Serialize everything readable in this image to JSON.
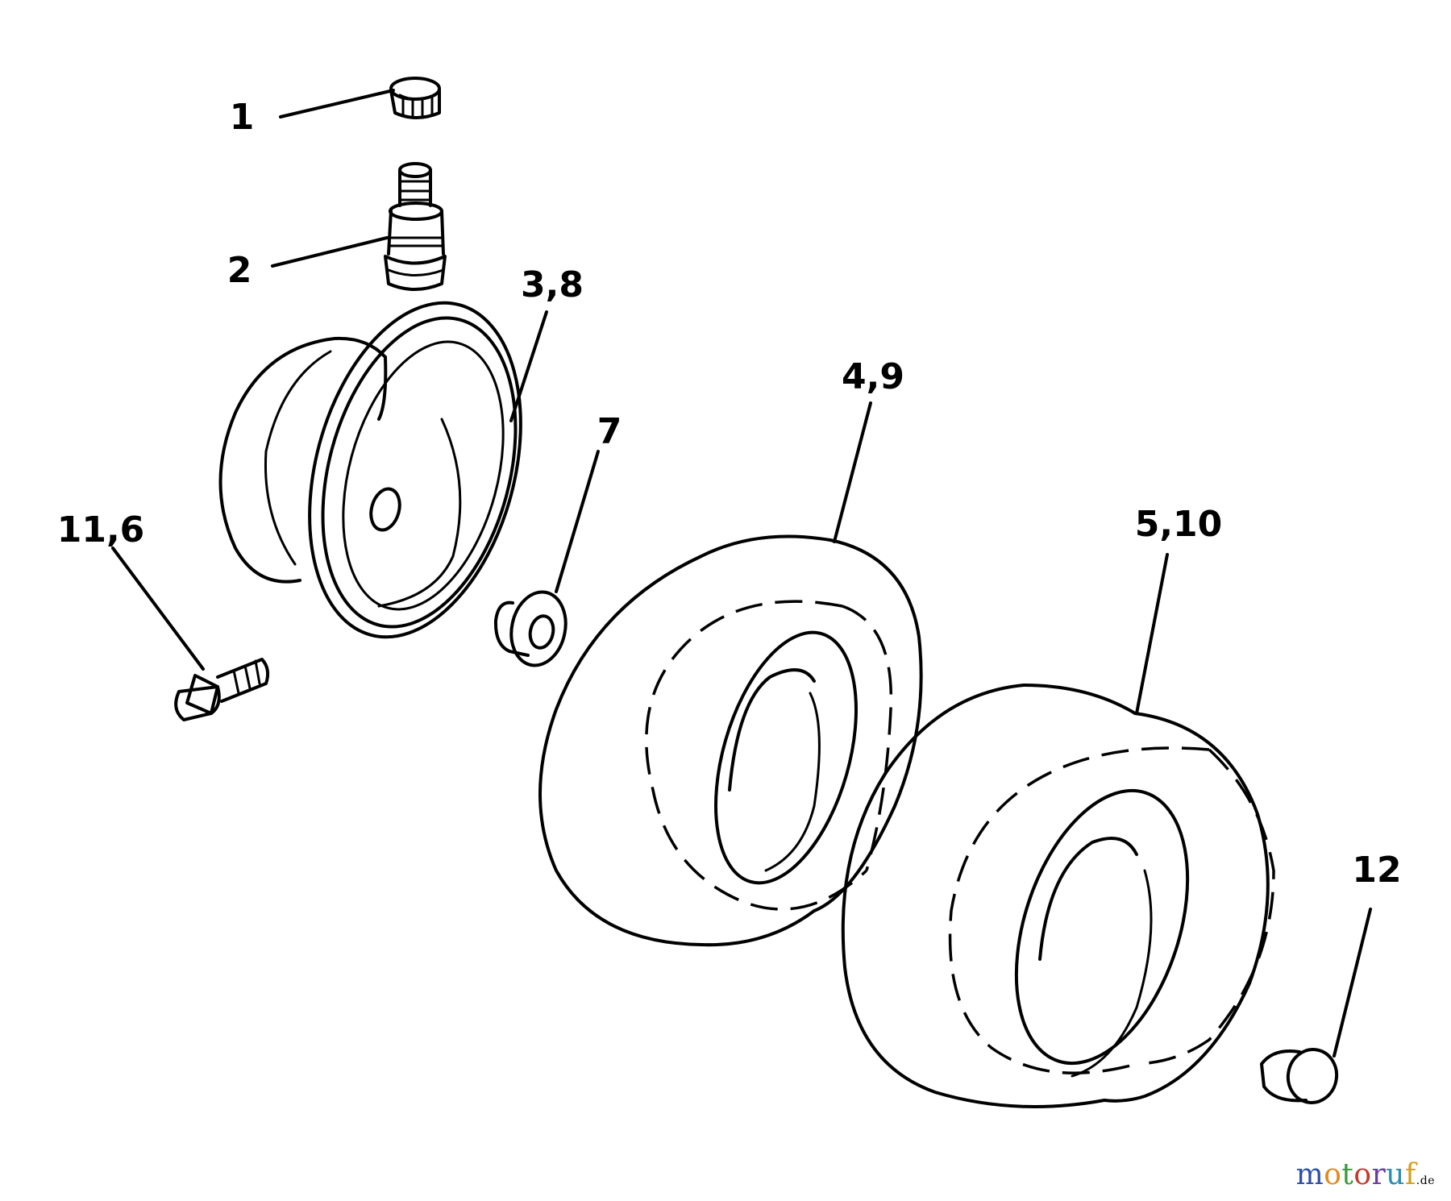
{
  "diagram": {
    "callouts": [
      {
        "id": "valve-cap",
        "label": "1"
      },
      {
        "id": "valve-stem",
        "label": "2"
      },
      {
        "id": "wheel-rim",
        "label": "3,8"
      },
      {
        "id": "front-tire",
        "label": "4,9"
      },
      {
        "id": "rear-tire",
        "label": "5,10"
      },
      {
        "id": "bearing-bushing",
        "label": "7"
      },
      {
        "id": "grease-fitting",
        "label": "11,6"
      },
      {
        "id": "hub-cap",
        "label": "12"
      }
    ]
  },
  "watermark": {
    "text": "motoruf",
    "suffix": ".de",
    "colors": [
      "#2e4fa8",
      "#e08a1e",
      "#3a9a3a",
      "#c23a2a",
      "#6b3aa0",
      "#2a8fb0",
      "#d4a017"
    ]
  }
}
